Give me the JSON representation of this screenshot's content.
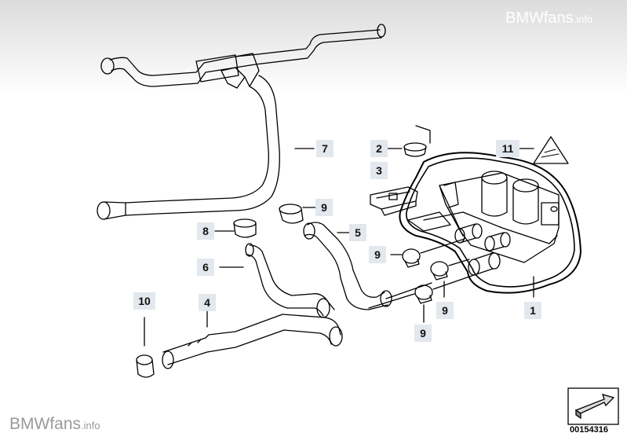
{
  "watermark": {
    "brand": "BMWfans",
    "suffix": ".info"
  },
  "callouts": [
    {
      "id": "callout-7",
      "label": "7"
    },
    {
      "id": "callout-2",
      "label": "2"
    },
    {
      "id": "callout-11",
      "label": "11"
    },
    {
      "id": "callout-3",
      "label": "3"
    },
    {
      "id": "callout-9a",
      "label": "9"
    },
    {
      "id": "callout-8",
      "label": "8"
    },
    {
      "id": "callout-5",
      "label": "5"
    },
    {
      "id": "callout-9b",
      "label": "9"
    },
    {
      "id": "callout-6",
      "label": "6"
    },
    {
      "id": "callout-10",
      "label": "10"
    },
    {
      "id": "callout-4",
      "label": "4"
    },
    {
      "id": "callout-9c",
      "label": "9"
    },
    {
      "id": "callout-1",
      "label": "1"
    },
    {
      "id": "callout-9d",
      "label": "9"
    }
  ],
  "document_number": "00154316",
  "icons": [
    "hose-icon",
    "hose-clamp-icon",
    "valve-block-icon",
    "warning-triangle-icon",
    "corner-arrow-icon"
  ],
  "colors": {
    "callout_bg": "#e3e8ee",
    "line": "#000000"
  }
}
